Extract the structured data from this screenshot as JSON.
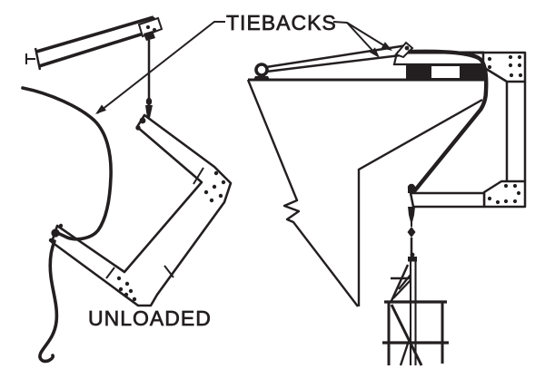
{
  "labels": {
    "tiebacks": "TIEBACKS",
    "unloaded": "UNLOADED"
  },
  "colors": {
    "ink": "#231f20",
    "background": "#ffffff"
  },
  "figure": {
    "type": "line-art technical diagram",
    "left_view": "folded davit arm hanging from a tieback line (unloaded condition)",
    "right_view": "counterweighted outrigger beam with tieback lines, roof anchor eye, wall section and suspended scaffold stirrup",
    "callout_arrow_count": 3
  }
}
